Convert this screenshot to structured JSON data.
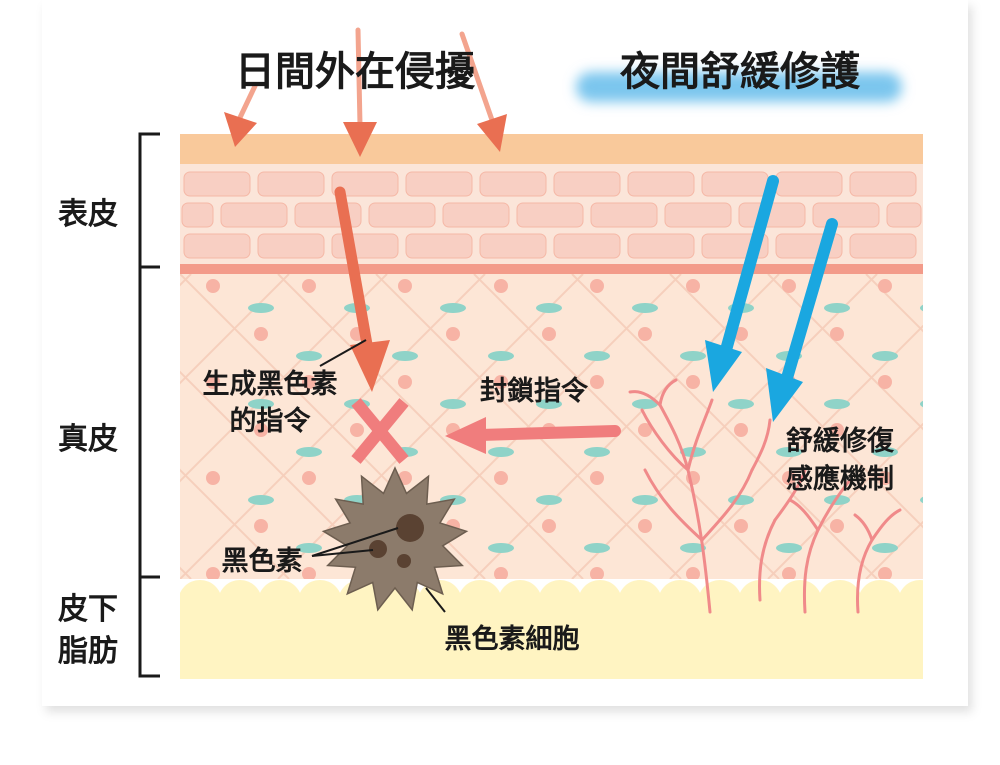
{
  "titles": {
    "daytime": "日間外在侵擾",
    "night": "夜間舒緩修護"
  },
  "layers": {
    "epidermis": "表皮",
    "dermis": "真皮",
    "subcutaneous_line1": "皮下",
    "subcutaneous_line2": "脂肪"
  },
  "labels": {
    "melanin_signal_line1": "生成黑色素",
    "melanin_signal_line2": "的指令",
    "block_signal": "封鎖指令",
    "soothe_line1": "舒緩修復",
    "soothe_line2": "感應機制",
    "melanin": "黑色素",
    "melanocyte": "黑色素細胞"
  },
  "colors": {
    "top_skin": "#f9c99b",
    "brick": "#f8cfc3",
    "brick_bg": "#fbe5d9",
    "basement": "#f39b8a",
    "dermis": "#fde6d6",
    "fat": "#fff4c2",
    "red_arrow": "#e96f52",
    "block_arrow": "#f07d7d",
    "blue_arrow": "#1aa7e0",
    "melanocyte": "#8c7b6b",
    "melanin_dot": "#5a4232",
    "capillary": "#f08a8a",
    "glow": "#7cc6ee"
  },
  "icons": {
    "block": "x-mark-icon",
    "cell": "melanocyte-star-icon"
  }
}
